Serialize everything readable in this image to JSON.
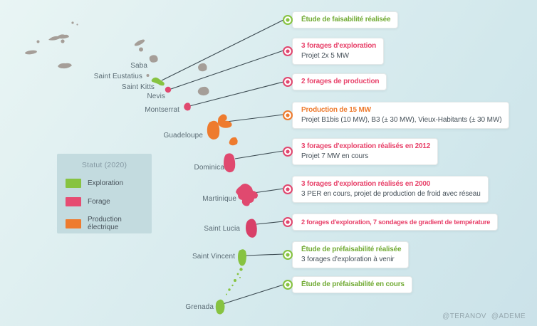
{
  "colors": {
    "exploration_green": "#87c341",
    "forage_pink": "#e64c72",
    "production_orange": "#ee7b2e",
    "saint_lucia_crimson": "#d84068",
    "island_gray": "#a59e98",
    "connector_line": "#3c4b52",
    "background_cyan": "#d6ebee",
    "legend_background": "#c3dbdf"
  },
  "islands": [
    {
      "name": "Saba"
    },
    {
      "name": "Saint Eustatius"
    },
    {
      "name": "Saint Kitts",
      "status": "exploration"
    },
    {
      "name": "Nevis",
      "status": "forage"
    },
    {
      "name": "Montserrat",
      "status": "forage"
    },
    {
      "name": "Guadeloupe",
      "status": "production"
    },
    {
      "name": "Dominica",
      "status": "forage"
    },
    {
      "name": "Martinique",
      "status": "forage"
    },
    {
      "name": "Saint Lucia",
      "status": "forage"
    },
    {
      "name": "Saint Vincent",
      "status": "exploration"
    },
    {
      "name": "Grenada",
      "status": "exploration"
    }
  ],
  "callouts": [
    {
      "status": "exploration",
      "title": "Étude de faisabilité réalisée",
      "subtitle": ""
    },
    {
      "status": "forage",
      "title": "3 forages d'exploration",
      "subtitle": "Projet 2x 5 MW"
    },
    {
      "status": "forage",
      "title": "2 forages de production",
      "subtitle": ""
    },
    {
      "status": "production",
      "title": "Production de 15 MW",
      "subtitle": "Projet B1bis (10 MW), B3 (± 30 MW), Vieux-Habitants (± 30 MW)"
    },
    {
      "status": "forage",
      "title": "3 forages d'exploration réalisés en 2012",
      "subtitle": "Projet 7 MW en cours"
    },
    {
      "status": "forage",
      "title": "3 forages d'exploration réalisés en 2000",
      "subtitle": "3 PER en cours, projet de production de froid avec réseau"
    },
    {
      "status": "forage",
      "title": "2 forages d'exploration, 7 sondages de gradient de température",
      "subtitle": ""
    },
    {
      "status": "exploration",
      "title": "Étude de préfaisabilité réalisée",
      "subtitle": "3 forages d'exploration à venir"
    },
    {
      "status": "exploration",
      "title": "Étude de préfaisabilité en cours",
      "subtitle": ""
    }
  ],
  "legend": {
    "title": "Statut (2020)",
    "items": [
      {
        "label": "Exploration",
        "color": "#87c341"
      },
      {
        "label": "Forage",
        "color": "#e64c72"
      },
      {
        "label": "Production électrique",
        "color": "#ee7b2e"
      }
    ]
  },
  "attribution": {
    "teranov": "@TERANOV",
    "ademe": "@ADEME"
  }
}
